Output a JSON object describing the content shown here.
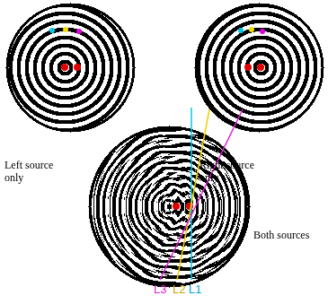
{
  "diagram": {
    "labels": [
      "Left source only",
      "Right source only",
      "Both sources",
      "L3",
      "L2",
      "L1"
    ]
  }
}
